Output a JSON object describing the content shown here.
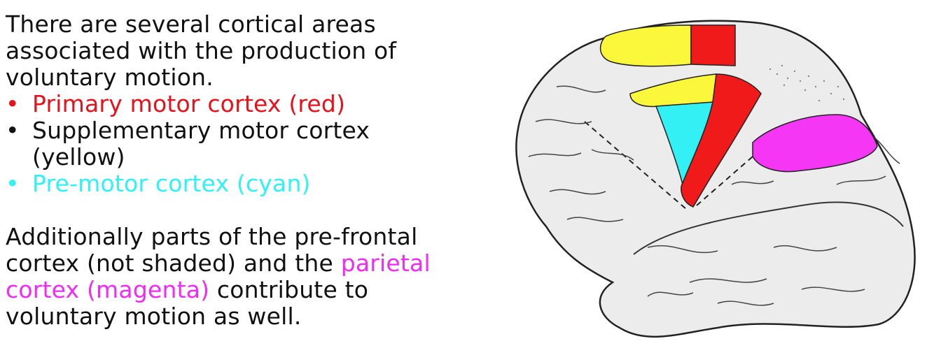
{
  "intro": "There are several cortical areas associated with the production of voluntary motion.",
  "bullets": [
    {
      "marker": "•",
      "text": "Primary motor cortex (red)",
      "color": "#e8111a"
    },
    {
      "marker": "•",
      "text": "Supplementary motor cortex (yellow)",
      "color": "#111111"
    },
    {
      "marker": "•",
      "text": "Pre-motor cortex (cyan)",
      "color": "#2ef2f5"
    }
  ],
  "outro": {
    "part1": "Additionally parts of the pre-frontal cortex (not shaded) and the ",
    "highlight": "parietal cortex (magenta)",
    "highlight_color": "#f22af5",
    "part2": " contribute to voluntary motion as well."
  },
  "regions": {
    "primary_motor": "#f01a1a",
    "supplementary_motor": "#fbf73b",
    "pre_motor": "#33f0f4",
    "parietal": "#f536f5",
    "cortex_fill": "#ececec"
  }
}
